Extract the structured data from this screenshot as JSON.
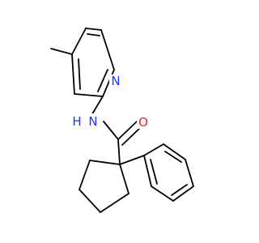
{
  "molecule": {
    "atom_labels": {
      "pyridine_n": "N",
      "amide_n": "N",
      "amide_h": "H",
      "carbonyl_o": "O"
    },
    "colors": {
      "bond": "#000000",
      "pyridine_n": "#1f35ff",
      "amide_n": "#1f35ff",
      "carbonyl_o": "#ff1a1a"
    }
  }
}
